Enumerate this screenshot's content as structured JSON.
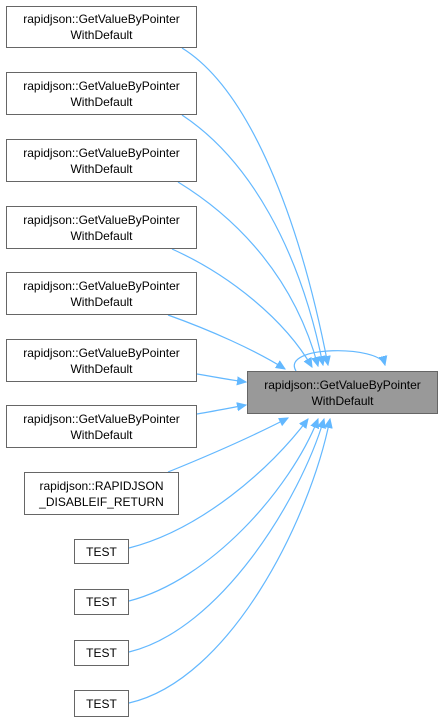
{
  "diagram": {
    "focus_node": {
      "label": "rapidjson::GetValueByPointer\nWithDefault"
    },
    "callers": [
      {
        "label": "rapidjson::GetValueByPointer\nWithDefault"
      },
      {
        "label": "rapidjson::GetValueByPointer\nWithDefault"
      },
      {
        "label": "rapidjson::GetValueByPointer\nWithDefault"
      },
      {
        "label": "rapidjson::GetValueByPointer\nWithDefault"
      },
      {
        "label": "rapidjson::GetValueByPointer\nWithDefault"
      },
      {
        "label": "rapidjson::GetValueByPointer\nWithDefault"
      },
      {
        "label": "rapidjson::GetValueByPointer\nWithDefault"
      },
      {
        "label": "rapidjson::RAPIDJSON\n_DISABLEIF_RETURN"
      },
      {
        "label": "TEST"
      },
      {
        "label": "TEST"
      },
      {
        "label": "TEST"
      },
      {
        "label": "TEST"
      }
    ],
    "edge_color": "#63b8ff",
    "focus_fill": "#999999",
    "node_border": "#666666"
  }
}
